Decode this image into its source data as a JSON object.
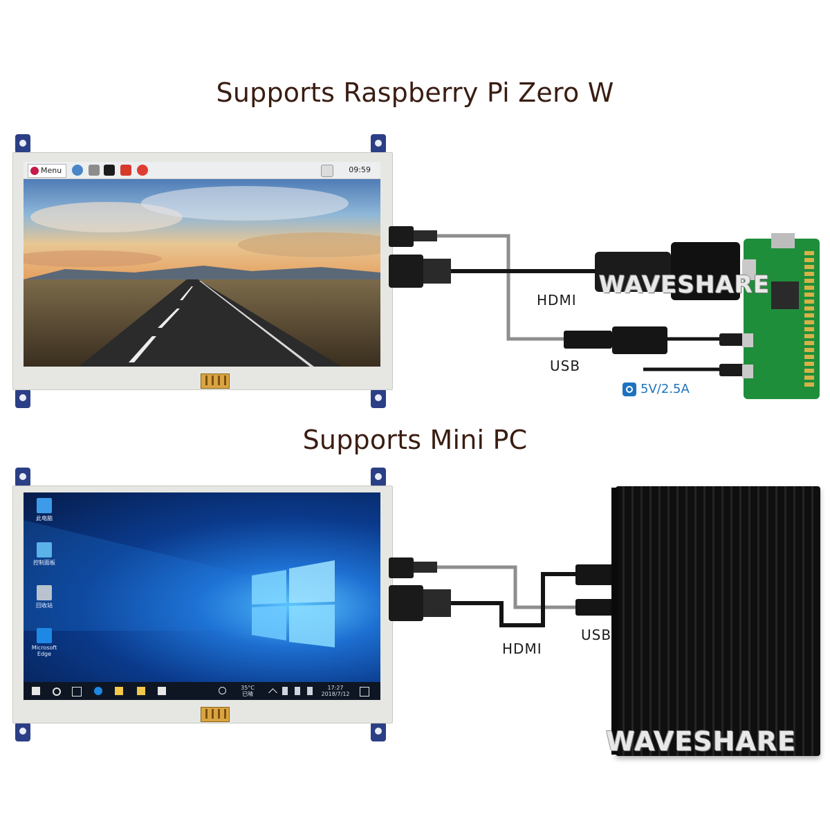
{
  "sections": [
    {
      "title": "Supports Raspberry Pi Zero W"
    },
    {
      "title": "Supports Mini PC"
    }
  ],
  "pi_desktop": {
    "menu_label": "Menu",
    "clock": "09:59"
  },
  "win_desktop": {
    "icons": [
      "此电脑",
      "控制面板",
      "回收站",
      "Microsoft Edge"
    ],
    "tray_temp": "35°C",
    "tray_weather": "已晴",
    "tray_time": "17:27",
    "tray_date": "2018/7/12"
  },
  "labels": {
    "hdmi_top": "HDMI",
    "usb_top": "USB",
    "power": "5V/2.5A",
    "hdmi_bottom": "HDMI",
    "usb_bottom": "USB"
  },
  "watermarks": {
    "top": "WAVESHARE",
    "bottom": "WAVESHARE"
  },
  "colors": {
    "title": "#3a1d12",
    "power_badge": "#1e73be",
    "ear_blue": "#2b3f86",
    "pcb_green": "#1f8e3a",
    "rpi_red": "#c51a4a"
  }
}
